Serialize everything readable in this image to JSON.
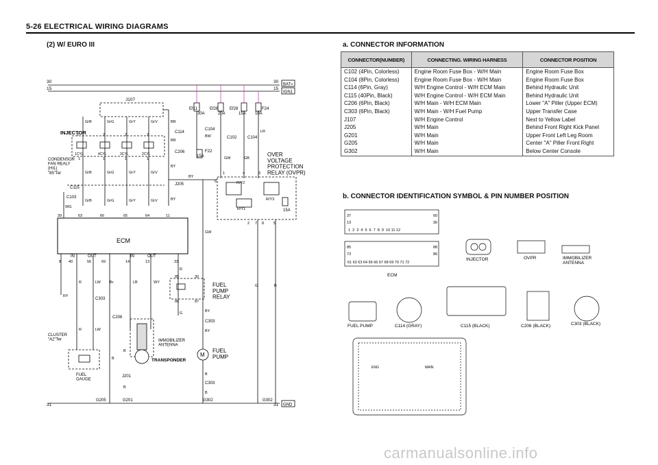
{
  "page": {
    "header": "5-26  ELECTRICAL WIRING DIAGRAMS",
    "watermark": "carmanualsonline.info"
  },
  "diagram": {
    "subtitle": "(2)  W/ EURO III",
    "bus": {
      "bat_label": "BAT+",
      "ign_label": "IGN1",
      "gnd_label": "GND",
      "n30": "30",
      "n15": "15",
      "n31": "31"
    },
    "fuses": [
      {
        "name": "Ef11",
        "amp": "30A"
      },
      {
        "name": "Ef26",
        "amp": "20A"
      },
      {
        "name": "Ef28",
        "amp": "15A"
      },
      {
        "name": "F24",
        "amp": "10A"
      },
      {
        "name": "F22",
        "amp": "15A"
      },
      {
        "name": "",
        "amp": "15A"
      }
    ],
    "labels": {
      "j107": "J107",
      "injector": "INJECTOR",
      "condensor": "CONDENSOR\nFAN REALY\n(HI1)\n\"85\"Ter",
      "c114": "C114",
      "c104": "C104",
      "c206": "C206",
      "c102": "C102",
      "c115": "C115",
      "c103": "C103",
      "j205": "J205",
      "ecm": "ECM",
      "in1": "IN",
      "out1": "OUT",
      "in2": "IN",
      "out2": "OUT",
      "ovpr": "OVER\nVOLTAGE\nPROTECTION\nRELAY (OVPR)",
      "ry2": "R/Y2",
      "ry1": "R/Y1",
      "ry3": "R/Y3",
      "fuel_pump_relay": "FUEL\nPUMP\nRELAY",
      "c303": "C303",
      "fuel_pump": "FUEL\nPUMP",
      "immob": "IMMOBILIZER\nANTENNA",
      "transponder": "TRANSPONDER",
      "cluster": "CLUSTER\n\"A2\"Ter",
      "fuel_gauge": "FUEL\nGAUGE",
      "g205": "G205",
      "g201": "G201",
      "g302": "G302",
      "j201": "J201",
      "inj1": "1CYL",
      "inj2": "4CYL",
      "inj3": "3CYL",
      "inj4": "2CYL"
    }
  },
  "connector_info": {
    "title": "a.  CONNECTOR  INFORMATION",
    "columns": [
      "CONNECTOR(NUMBER)",
      "CONNECTING. WIRING HARNESS",
      "CONNECTOR POSITION"
    ],
    "rows": [
      [
        "C102 (4Pin, Colorless)",
        "Engine Room Fuse Box - W/H Main",
        "Engine Room Fuse Box"
      ],
      [
        "C104 (8Pin, Colorless)",
        "Engine Room Fuse Box - W/H Main",
        "Engine Room Fuse Box"
      ],
      [
        "C114 (6Pin, Gray)",
        "W/H Engine Control - W/H ECM Main",
        "Behind Hydraulic Unit"
      ],
      [
        "C115 (40Pin, Black)",
        "W/H Engine Control - W/H ECM Main",
        "Behind Hydraulic Unit"
      ],
      [
        "C206 (6Pin, Black)",
        "W/H Main - W/H ECM Main",
        "Lower \"A\" Piller (Upper ECM)"
      ],
      [
        "C303 (6Pin, Black)",
        "W/H Main - W/H Fuel Pump",
        "Upper Transfer Case"
      ],
      [
        "J107",
        "W/H Engine Control",
        "Next to Yellow Label"
      ],
      [
        "J205",
        "W/H Main",
        "Behind Front Right Kick Panel"
      ],
      [
        "G201",
        "W/H Main",
        "Upper Front Left Leg Room"
      ],
      [
        "G205",
        "W/H Main",
        "Center \"A\" Piller Front Right"
      ],
      [
        "G302",
        "W/H Main",
        "Below Center Console"
      ]
    ]
  },
  "connector_id": {
    "title": "b.  CONNECTOR  IDENTIFICATION  SYMBOL  &  PIN  NUMBER  POSITION",
    "captions": {
      "ecm": "ECM",
      "injector": "INJECTOR",
      "ovpr": "OVPR",
      "immob": "IMMOBILIZER\nANTENNA",
      "fuel_pump": "FUEL  PUMP",
      "c114": "C114  (GRAY)",
      "c115": "C115  (BLACK)",
      "c206": "C206  (BLACK)",
      "c303": "C303  (BLACK)",
      "fusebox_eng": "ENG",
      "fusebox_main": "MAIN"
    }
  }
}
